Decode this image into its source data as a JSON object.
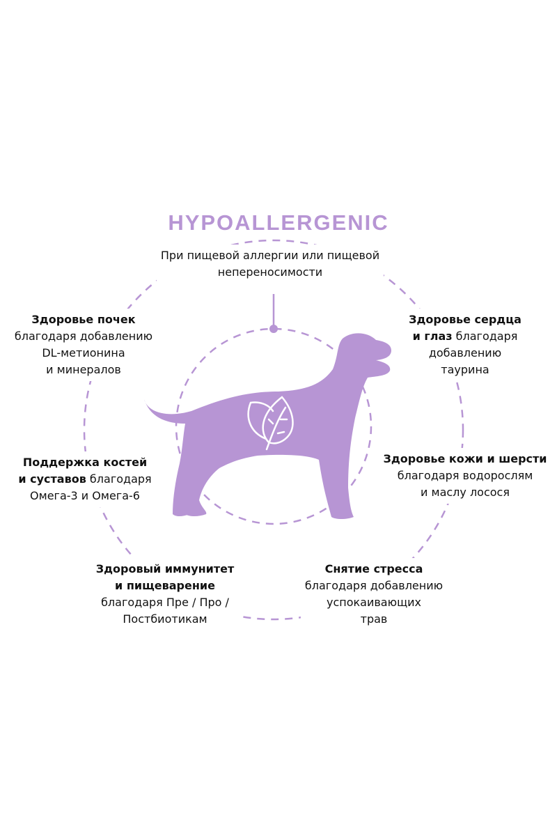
{
  "title": "HYPOALLERGENIC",
  "subtitle": [
    "При пищевой аллергии или пищевой",
    "непереносимости"
  ],
  "accent_color": "#b795d4",
  "benefits": {
    "kidney": {
      "bold": [
        "Здоровье почек"
      ],
      "normal": [
        "благодаря добавлению",
        "DL-метионина",
        "и минералов"
      ]
    },
    "heart": {
      "bold": [
        "Здоровье сердца",
        "и глаз"
      ],
      "tail": "благодаря",
      "normal": [
        "добавлению",
        "таурина"
      ]
    },
    "bones": {
      "bold": [
        "Поддержка костей",
        "и суставов"
      ],
      "tail": "благодаря",
      "normal": [
        "Омега-3 и Омега-6"
      ]
    },
    "skin": {
      "bold": [
        "Здоровье кожи и шерсти"
      ],
      "normal": [
        "благодаря водорослям",
        "и маслу лосося"
      ]
    },
    "immune": {
      "bold": [
        "Здоровый иммунитет",
        "и пищеварение"
      ],
      "normal": [
        "благодаря Пре / Про /",
        "Постбиотикам"
      ]
    },
    "stress": {
      "bold": [
        "Снятие стресса"
      ],
      "normal": [
        "благодаря добавлению",
        "успокаивающих",
        "трав"
      ]
    }
  }
}
